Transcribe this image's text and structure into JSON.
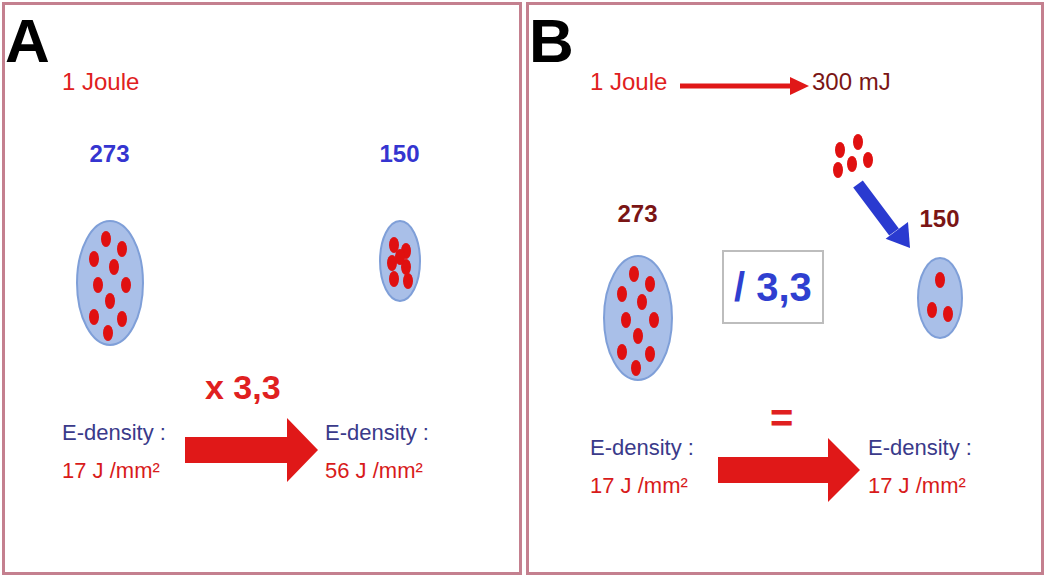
{
  "diagram": {
    "nodes": [
      {
        "text": [
          "A"
        ]
      },
      {
        "text": [
          "273"
        ],
        "in": 0
      },
      {
        "text": [
          "150"
        ],
        "in": 0
      },
      {
        "text": [
          "B"
        ]
      },
      {
        "text": [
          "273"
        ],
        "in": 3
      },
      {
        "text": [
          "/ 3,3"
        ],
        "in": 3
      },
      {
        "text": [
          "150"
        ],
        "in": 3
      }
    ],
    "labels": [
      "1 Joule",
      "E-density :",
      "17 J /mm²",
      "x 3,3",
      "E-density :",
      "56 J /mm²",
      "1 Joule",
      "300 mJ",
      "E-density :",
      "17 J /mm²",
      "=",
      "E-density :",
      "17 J /mm²"
    ]
  }
}
